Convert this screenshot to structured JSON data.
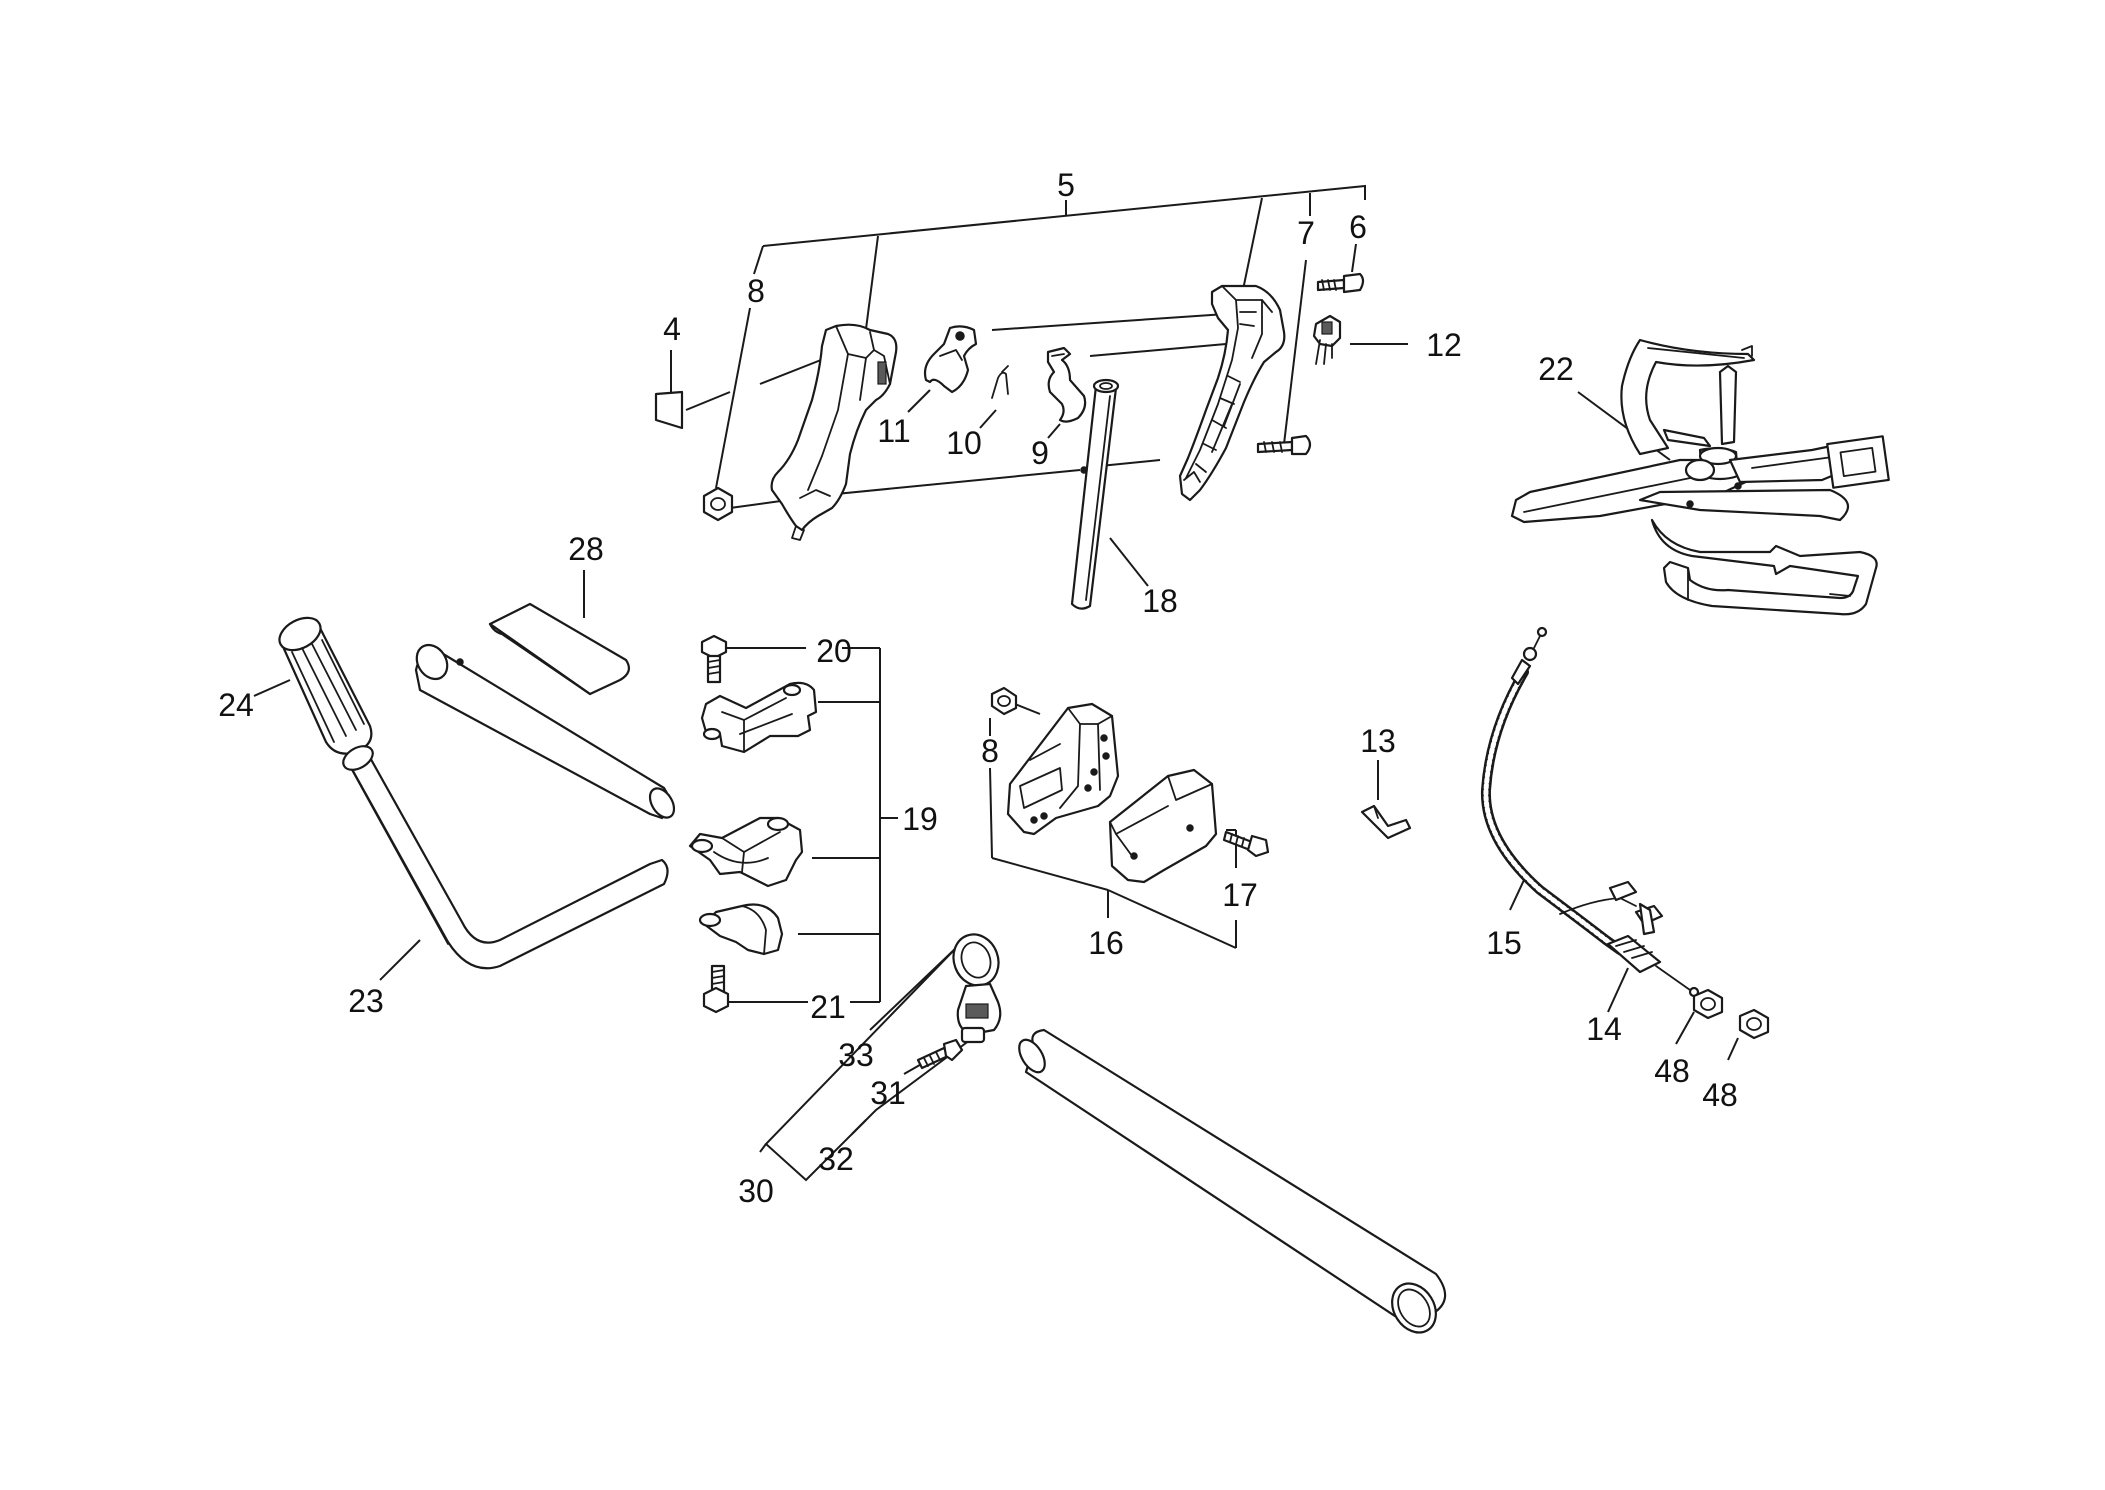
{
  "labels": {
    "p4": "4",
    "p5": "5",
    "p6": "6",
    "p7": "7",
    "p8a": "8",
    "p8b": "8",
    "p9": "9",
    "p10": "10",
    "p11": "11",
    "p12": "12",
    "p13": "13",
    "p14": "14",
    "p15": "15",
    "p16": "16",
    "p17": "17",
    "p18": "18",
    "p19": "19",
    "p20": "20",
    "p21": "21",
    "p22": "22",
    "p23": "23",
    "p24": "24",
    "p28": "28",
    "p30": "30",
    "p31": "31",
    "p32": "32",
    "p33": "33",
    "p48a": "48",
    "p48b": "48"
  }
}
